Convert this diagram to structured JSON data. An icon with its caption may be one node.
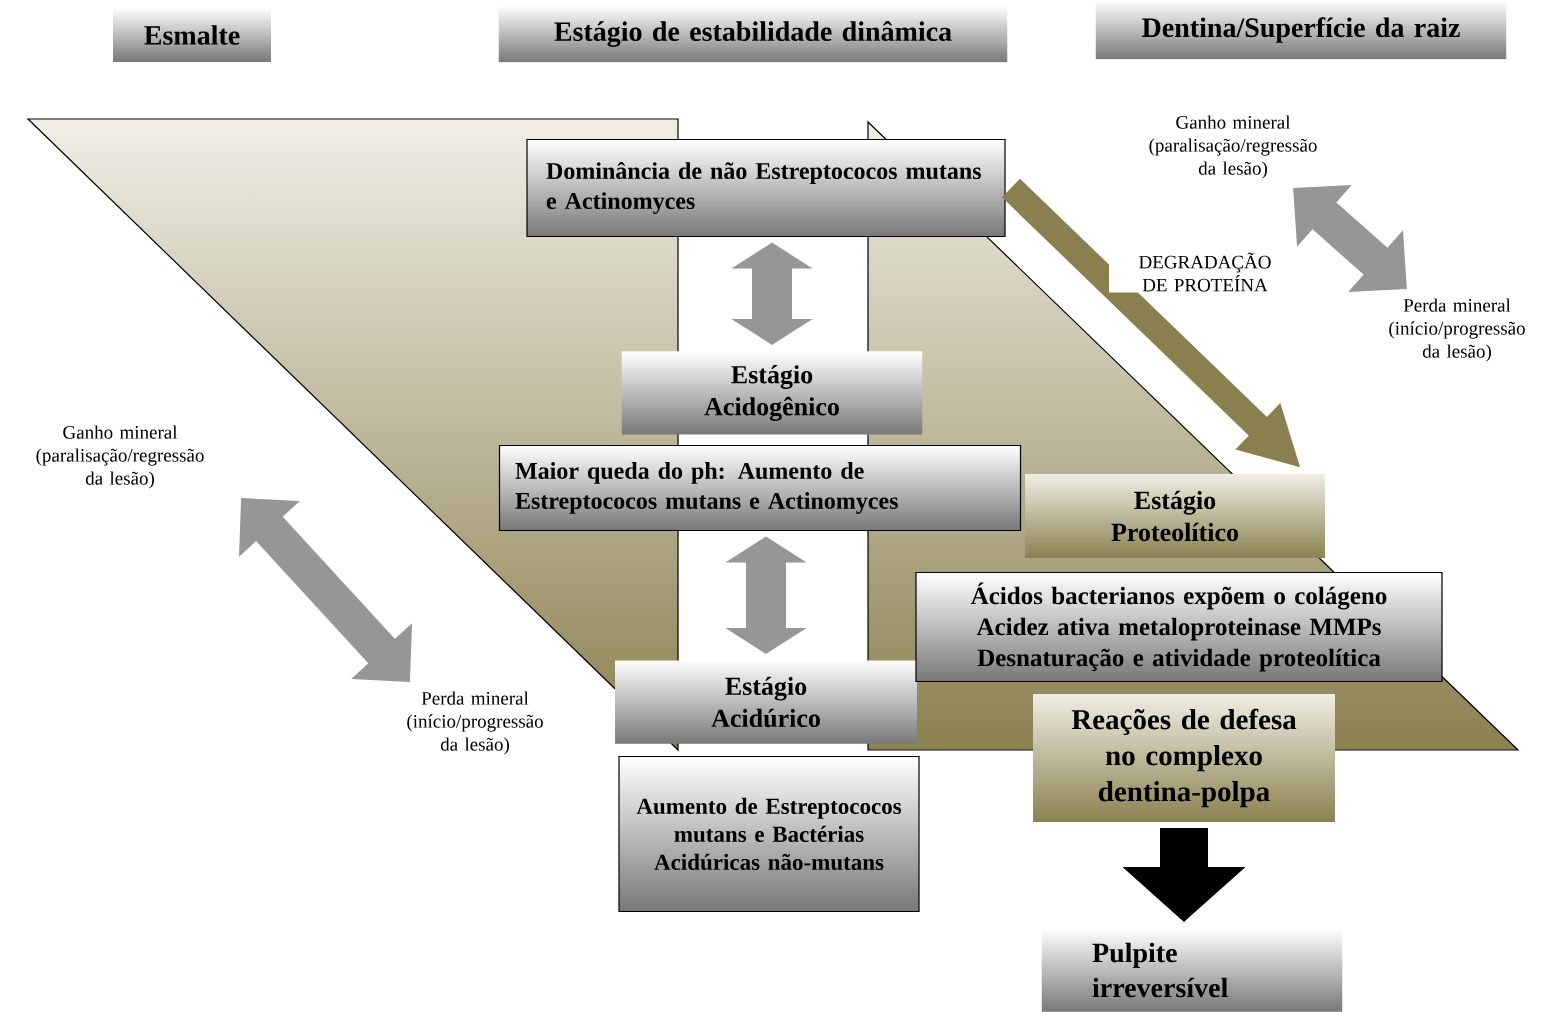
{
  "diagram": {
    "nodes": [
      {
        "text": [
          "Esmalte"
        ]
      },
      {
        "text": [
          "Estágio de estabilidade dinâmica"
        ]
      },
      {
        "text": [
          "Dentina/Superfície da raiz"
        ]
      },
      {
        "text": [
          "Dominância de não Estreptococos mutans e Actinomyces"
        ]
      },
      {
        "text": [
          "Estágio Acidogênico"
        ]
      },
      {
        "text": [
          "Maior queda do ph: Aumento de Estreptococos mutans e Actinomyces"
        ]
      },
      {
        "text": [
          "Estágio Acidúrico"
        ]
      },
      {
        "text": [
          "Aumento de Estreptococos mutans e Bactérias Acidúricas não-mutans"
        ]
      },
      {
        "text": [
          "Estágio Proteolítico"
        ]
      },
      {
        "text": [
          "Ácidos bacterianos expõem o colágeno",
          "Acidez ativa metaloproteinase MMPs",
          "Desnaturação e atividade proteolítica"
        ]
      },
      {
        "text": [
          "Reações de defesa no complexo dentina-polpa"
        ]
      },
      {
        "text": [
          "Pulpite irreversível"
        ]
      },
      {
        "text": [
          "Ganho mineral (paralisação/regressão da lesão)"
        ]
      },
      {
        "text": [
          "Perda mineral (início/progressão da lesão)"
        ]
      },
      {
        "text": [
          "Ganho mineral (paralisação/regressão da lesão)"
        ]
      },
      {
        "text": [
          "Perda mineral (início/progressão da lesão)"
        ]
      }
    ],
    "edges": [
      {
        "from": 3,
        "to": 4,
        "arrow": "both"
      },
      {
        "from": 5,
        "to": 6,
        "arrow": "both"
      },
      {
        "from": 3,
        "to": 8,
        "arrow": "to",
        "label": "DEGRADAÇÃO DE PROTEÍNA",
        "color": "#8a7f4e"
      },
      {
        "from": 10,
        "to": 11,
        "arrow": "to",
        "color": "#000000"
      },
      {
        "from": 12,
        "to": 13,
        "arrow": "both"
      },
      {
        "from": 14,
        "to": 15,
        "arrow": "both"
      }
    ]
  }
}
